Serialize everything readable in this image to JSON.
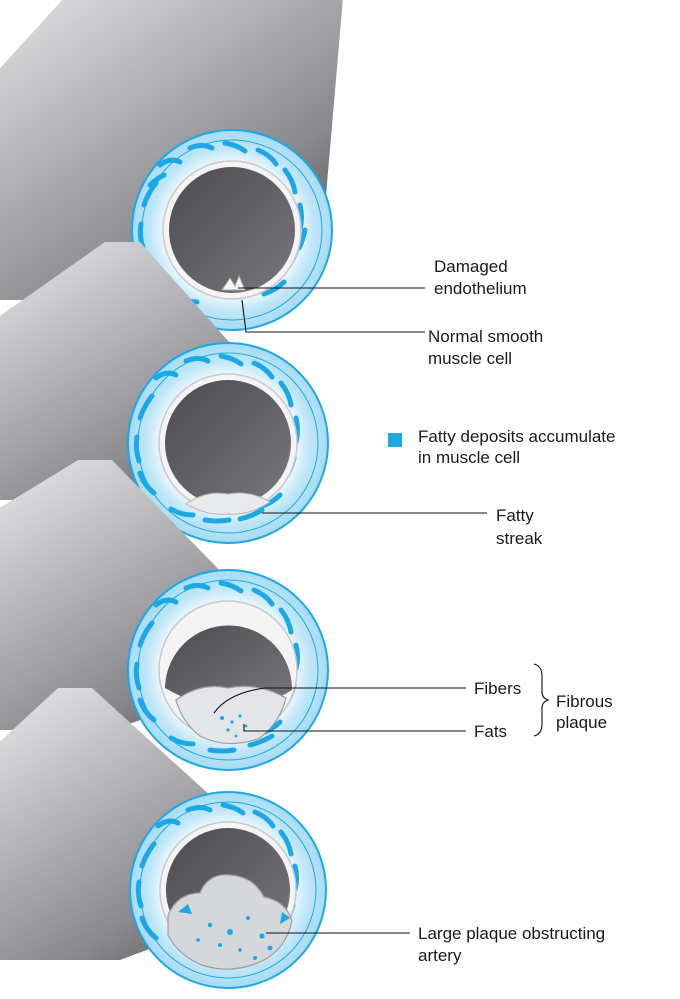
{
  "labels": {
    "damaged_endothelium": [
      "Damaged",
      "endothelium"
    ],
    "normal_smooth_muscle": [
      "Normal smooth",
      "muscle cell"
    ],
    "legend_fatty_deposits": [
      "Fatty deposits accumulate",
      "in muscle cell"
    ],
    "fatty_streak": [
      "Fatty",
      "streak"
    ],
    "fibers": "Fibers",
    "fats": "Fats",
    "fibrous_plaque": [
      "Fibrous",
      "plaque"
    ],
    "large_plaque": [
      "Large plaque obstructing",
      "artery"
    ]
  },
  "colors": {
    "tube_light": "#d6d6d8",
    "tube_dark": "#6a6a6e",
    "lumen": "#616166",
    "muscle_blue": "#1ba8e6",
    "pale_blue": "#b9e2f4",
    "plaque": "#d5d7da",
    "legend_swatch": "#1ba8e6"
  }
}
